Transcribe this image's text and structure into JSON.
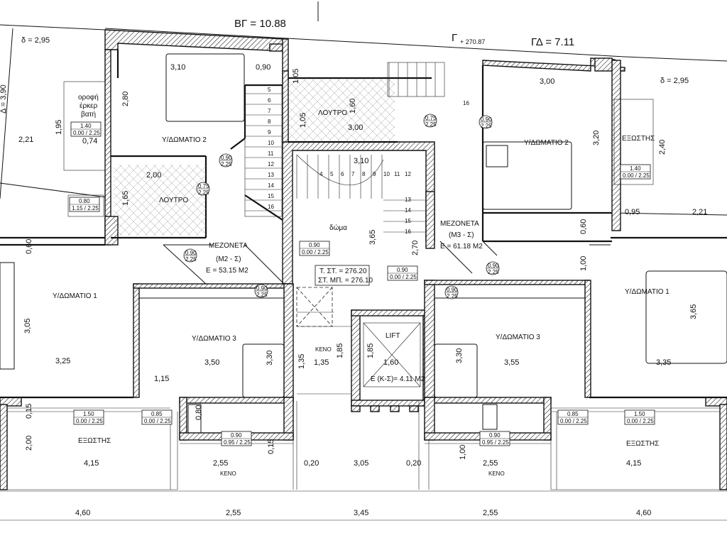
{
  "top": {
    "bg_label": "ΒΓ = 10.88",
    "g_label": "Γ",
    "g_level": "+ 270.87",
    "gd_label": "ΓΔ = 7.11"
  },
  "rooms": {
    "bedroom2_left": "Υ/ΔΩΜΑΤΙΟ 2",
    "bath_left": "ΛΟΥΤΡΟ",
    "bath_center": "ΛΟΥΤΡΟ",
    "bedroom2_right": "Υ/ΔΩΜΑΤΙΟ 2",
    "balcony_top_right": "ΕΞΩΣΤΗΣ",
    "erker": "οροφή\nέρκερ\nβατή",
    "room_center": "δώμα",
    "bedroom1_left": "Υ/ΔΩΜΑΤΙΟ 1",
    "bedroom3_left": "Υ/ΔΩΜΑΤΙΟ 3",
    "bedroom3_right": "Υ/ΔΩΜΑΤΙΟ 3",
    "bedroom1_right": "Υ/ΔΩΜΑΤΙΟ 1",
    "balcony_bottom_left": "ΕΞΩΣΤΗΣ",
    "balcony_bottom_right": "ΕΞΩΣΤΗΣ",
    "lift": "LIFT",
    "void_center": "ΚΕΝΟ",
    "void_bottom_left": "ΚΕΝΟ",
    "void_bottom_right": "ΚΕΝΟ"
  },
  "units": {
    "m2_title": "ΜΕΖΟΝΕΤΑ",
    "m2_code": "(Μ2 - Σ)",
    "m2_area": "Ε = 53.15 Μ2",
    "m3_title": "ΜΕΖΟΝΕΤΑ",
    "m3_code": "(Μ3 - Σ)",
    "m3_area": "Ε = 61.18 Μ2",
    "lift_area": "Ε (Κ-Σ)= 4.11 Μ2",
    "level_st": "Τ. ΣΤ. = 276.20",
    "level_stmp": "ΣΤ. ΜΠ. = 276.10"
  },
  "dims": {
    "d_left": "δ = 2,95",
    "d_left_v": "Δ = 3,90",
    "d_right": "δ = 2,95",
    "a_310": "3,10",
    "a_090": "0,90",
    "a_105": "1,05",
    "a_280": "2,80",
    "a_195": "1,95",
    "a_221_l": "2,21",
    "a_074": "0,74",
    "a_200": "2,00",
    "a_165": "1,65",
    "a_160_bath": "1,60",
    "a_105b": "1,05",
    "a_300_bath": "3,00",
    "a_310_stair": "3,10",
    "a_300_bed": "3,00",
    "a_320": "3,20",
    "a_240": "2,40",
    "a_095": "0,95",
    "a_221_r": "2,21",
    "a_060_l": "0,60",
    "a_365_c": "3,65",
    "a_270": "2,70",
    "a_060_r": "0,60",
    "a_100": "1,00",
    "a_305": "3,05",
    "a_365_r": "3,65",
    "a_325": "3,25",
    "a_350": "3,50",
    "a_330_l": "3,30",
    "a_135_v": "1,35",
    "a_185_a": "1,85",
    "a_185_b": "1,85",
    "a_135_h": "1,35",
    "a_160_lift": "1,60",
    "a_330_r": "3,30",
    "a_355": "3,55",
    "a_335": "3,35",
    "a_115": "1,15",
    "a_080": "0,80",
    "a_015_a": "0,15",
    "a_200_b": "2,00",
    "a_015_b": "0,15",
    "a_100_b": "1,00",
    "a_415_l": "4,15",
    "a_255_l": "2,55",
    "a_020_a": "0,20",
    "a_305_b": "3,05",
    "a_020_b": "0,20",
    "a_255_r": "2,55",
    "a_415_r": "4,15",
    "bottom_460_l": "4,60",
    "bottom_255_l": "2,55",
    "bottom_345": "3,45",
    "bottom_255_r": "2,55",
    "bottom_460_r": "4,60"
  },
  "stairs_left": [
    "5",
    "6",
    "7",
    "8",
    "9",
    "10",
    "11",
    "12",
    "13",
    "14",
    "15",
    "16"
  ],
  "stairs_center_top": [
    "4",
    "5",
    "6",
    "7",
    "8",
    "9",
    "10",
    "11",
    "12"
  ],
  "stairs_center_right": [
    "13",
    "14",
    "15",
    "16"
  ],
  "stair_right_num": "16",
  "tags": {
    "t1_a": "1.40",
    "t1_b": "0.00 / 2.25",
    "t2_a": "0.80",
    "t2_b": "1.15 / 2.25",
    "t3_a": "0.90",
    "t3_b": "0.00 / 2.25",
    "t4_a": "0.90",
    "t4_b": "0.00 / 2.25",
    "t5_a": "1.40",
    "t5_b": "0.00 / 2.25",
    "t6_a": "1.50",
    "t6_b": "0.00 / 2.25",
    "t7_a": "0.85",
    "t7_b": "0.00 / 2.25",
    "t8_a": "0.90",
    "t8_b": "0.95 / 2.25",
    "t9_a": "0.90",
    "t9_b": "0.95 / 2.25",
    "t10_a": "0.85",
    "t10_b": "0.00 / 2.25",
    "t11_a": "1.50",
    "t11_b": "0.00 / 2.25"
  },
  "door_circles": {
    "c1_a": "0.90",
    "c1_b": "2.25",
    "c2_a": "0.75",
    "c2_b": "2.25",
    "c3_a": "0.75",
    "c3_b": "2.25",
    "c4_a": "0.90",
    "c4_b": "2.25",
    "c5_a": "0.90",
    "c5_b": "2.25",
    "c6_a": "0.90",
    "c6_b": "2.25",
    "c7_a": "0.90",
    "c7_b": "2.25",
    "c8_a": "0.90",
    "c8_b": "2.25"
  }
}
